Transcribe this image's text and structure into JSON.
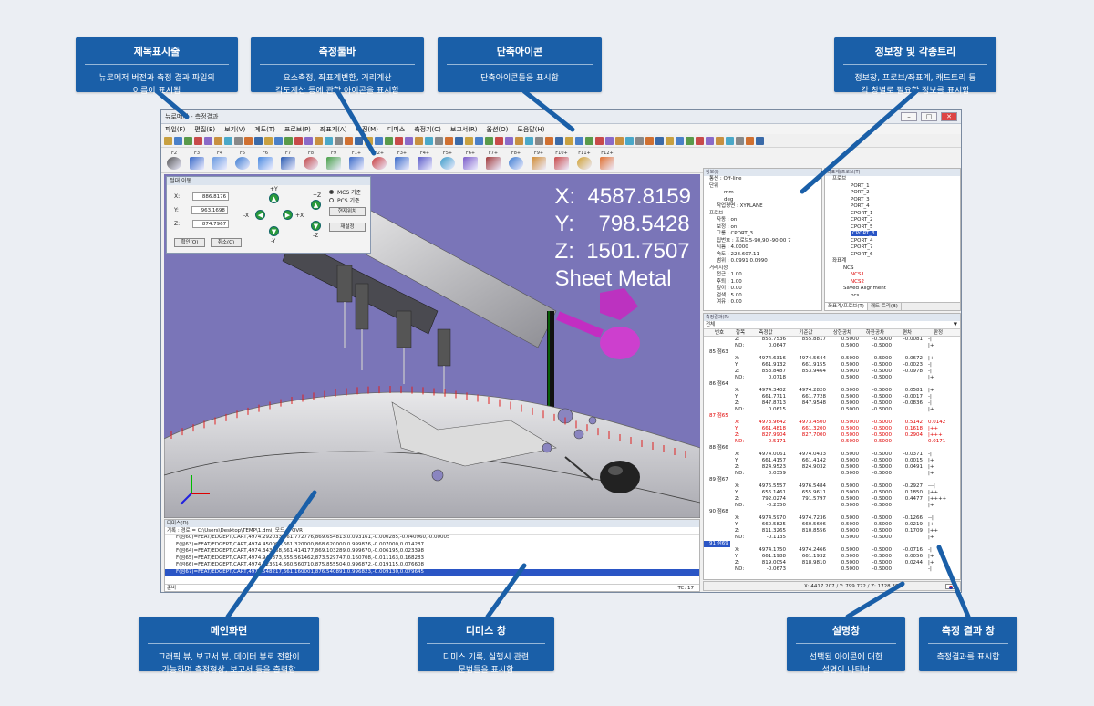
{
  "callouts": {
    "title_bar": {
      "title": "제목표시줄",
      "desc": "뉴로메저 버전과 측정 결과 파일의\n이름이 표시됨"
    },
    "measure_toolbar": {
      "title": "측정툴바",
      "desc": "요소측정, 좌표계변환, 거리계산\n각도계산 등에 관한 아이콘을 표시함"
    },
    "shortcut_icons": {
      "title": "단축아이콘",
      "desc": "단축아이콘들을 표시함"
    },
    "info_trees": {
      "title": "정보창 및 각종트리",
      "desc": "정보창, 프로브/좌표계, 캐드트리 등\n각 창별로 필요한 정보를 표시함"
    },
    "main_screen": {
      "title": "메인화면",
      "desc": "그래픽 뷰, 보고서 뷰, 데이터 뷰로 전환이\n가능하며 측정형상, 보고서 등을 출력함"
    },
    "dmis_window": {
      "title": "디미스 창",
      "desc": "디미스 기록, 실행시 관련\n문법들을 표시함"
    },
    "description": {
      "title": "설명창",
      "desc": "선택된 아이콘에 대한\n설명이 나타남"
    },
    "result_window": {
      "title": "측정 결과 창",
      "desc": "측정결과를 표시함"
    }
  },
  "app": {
    "title": "뉴로메저 - 측정결과",
    "menus": [
      "파일(F)",
      "편집(E)",
      "보기(V)",
      "계도(T)",
      "프로브(P)",
      "좌표계(A)",
      "측정(M)",
      "디미스",
      "측정기(C)",
      "보고서(R)",
      "옵션(O)",
      "도움말(H)"
    ],
    "fkeys": [
      "F2",
      "F3",
      "F4",
      "F5",
      "F6",
      "F7",
      "F8",
      "F9",
      "F1+",
      "F2+",
      "F3+",
      "F4+",
      "F5+",
      "F6+",
      "F7+",
      "F8+",
      "F9+",
      "F10+",
      "F11+",
      "F12+"
    ]
  },
  "viewport": {
    "x": "X:  4587.8159",
    "y": "Y:    798.5428",
    "z": "Z:  1501.7507",
    "material": "Sheet Metal"
  },
  "move_dialog": {
    "title": "절대 이동",
    "x_label": "X:",
    "x_value": "886.8176",
    "y_label": "Y:",
    "y_value": "963.1698",
    "z_label": "Z:",
    "z_value": "874.7967",
    "ok": "확인(O)",
    "cancel": "취소(C)",
    "mcs": "MCS 기준",
    "pcs": "PCS 기준",
    "current_pos": "현재위치",
    "reset": "재설정",
    "plus_y": "+Y",
    "minus_y": "-Y",
    "plus_x": "+X",
    "minus_x": "-X",
    "plus_z": "+Z",
    "minus_z": "-Z"
  },
  "dmis": {
    "header": "디미스(D)",
    "path": "기록 : 경로 = C:\\Users\\Desktop\\TEMP\\1.dmi, 모드 = OVR",
    "lines": [
      "F(점60)=FEAT/EDGEPT,CART,4974.292033,661.772776,869.654813,0.093161,-0.000285,-0.040960,-0.00005",
      "F(점63)=FEAT/EDGEPT,CART,4974.450000,661.320000,868.620000,0.999876,-0.007000,0.014287",
      "F(점64)=FEAT/EDGEPT,CART,4974.343268,661.414177,869.103289,0.999670,-0.006195,0.023398",
      "F(점65)=FEAT/EDGEPT,CART,4974.948873,655.561462,873.529747,0.160708,-0.011163,0.168283",
      "F(점66)=FEAT/EDGEPT,CART,4974.723614,660.560710,875.855504,0.996872,-0.019115,0.076608",
      "F(점67)=FEAT/EDGEPT,CART,4974.548217,661.160001,876.540891,0.996823,-0.009130,0.079645"
    ],
    "footer": "준비",
    "tc": "TC: 17"
  },
  "info": {
    "header": "정보(I)",
    "rows": [
      "통신 : Off-line",
      "단위",
      "mm",
      "deg",
      "작업평면 : XYPLANE",
      "프로브",
      "자동 : on",
      "보정 : on",
      "그룹 : CPORT_3",
      "팁번호 : 프로브5-90,90 -90,00 7",
      "지름 : 4.0000",
      "속도 : 228.607.11",
      "범위 : 0.0991 0.0990",
      "거리지정",
      "접근 : 1.00",
      "후퇴 : 1.00",
      "깊이 : 0.00",
      "검색 : 5.00",
      "여유 : 0.00"
    ]
  },
  "tree": {
    "header": "좌표계(프로브(T)",
    "rows": [
      "프로브",
      "PORT_1",
      "PORT_2",
      "PORT_3",
      "PORT_4",
      "CPORT_1",
      "CPORT_2",
      "CPORT_5",
      "CPORT_3",
      "CPORT_4",
      "CPORT_7",
      "CPORT_6",
      "좌표계",
      "NCS",
      "NCS1",
      "NCS2",
      "Saved Alignment",
      "pcs"
    ],
    "tabs": [
      "좌표계/프로브(T)",
      "캐드 트리(B)"
    ]
  },
  "results": {
    "header": "측정결과(R)",
    "filter": "전체",
    "columns": [
      "번호",
      "항목",
      "측정값",
      "기준값",
      "상한공차",
      "하한공차",
      "편차",
      "판정"
    ],
    "rows": [
      {
        "tree": "",
        "ax": "Z:",
        "mea": "856.7536",
        "nom": "855.8817",
        "up": "0.5000",
        "lo": "-0.5000",
        "dev": "-0.0081",
        "bar": "-|",
        "red": false
      },
      {
        "tree": "",
        "ax": "ND:",
        "mea": "0.0647",
        "nom": "",
        "up": "0.5000",
        "lo": "-0.5000",
        "dev": "",
        "bar": "|+",
        "red": false
      },
      {
        "tree": "85 점63",
        "ax": "",
        "mea": "",
        "nom": "",
        "up": "",
        "lo": "",
        "dev": "",
        "bar": "",
        "red": false,
        "group": true
      },
      {
        "tree": "",
        "ax": "X:",
        "mea": "4974.6316",
        "nom": "4974.5644",
        "up": "0.5000",
        "lo": "-0.5000",
        "dev": "0.0672",
        "bar": "|+",
        "red": false
      },
      {
        "tree": "",
        "ax": "Y:",
        "mea": "661.9132",
        "nom": "661.9155",
        "up": "0.5000",
        "lo": "-0.5000",
        "dev": "-0.0023",
        "bar": "-|",
        "red": false
      },
      {
        "tree": "",
        "ax": "Z:",
        "mea": "853.8487",
        "nom": "853.9464",
        "up": "0.5000",
        "lo": "-0.5000",
        "dev": "-0.0978",
        "bar": "-|",
        "red": false
      },
      {
        "tree": "",
        "ax": "ND:",
        "mea": "0.0718",
        "nom": "",
        "up": "0.5000",
        "lo": "-0.5000",
        "dev": "",
        "bar": "|+",
        "red": false
      },
      {
        "tree": "86 점64",
        "ax": "",
        "mea": "",
        "nom": "",
        "up": "",
        "lo": "",
        "dev": "",
        "bar": "",
        "red": false,
        "group": true
      },
      {
        "tree": "",
        "ax": "X:",
        "mea": "4974.3402",
        "nom": "4974.2820",
        "up": "0.5000",
        "lo": "-0.5000",
        "dev": "0.0581",
        "bar": "|+",
        "red": false
      },
      {
        "tree": "",
        "ax": "Y:",
        "mea": "661.7711",
        "nom": "661.7728",
        "up": "0.5000",
        "lo": "-0.5000",
        "dev": "-0.0017",
        "bar": "-|",
        "red": false
      },
      {
        "tree": "",
        "ax": "Z:",
        "mea": "847.8713",
        "nom": "847.9548",
        "up": "0.5000",
        "lo": "-0.5000",
        "dev": "-0.0836",
        "bar": "-|",
        "red": false
      },
      {
        "tree": "",
        "ax": "ND:",
        "mea": "0.0615",
        "nom": "",
        "up": "0.5000",
        "lo": "-0.5000",
        "dev": "",
        "bar": "|+",
        "red": false
      },
      {
        "tree": "87 점65",
        "ax": "",
        "mea": "",
        "nom": "",
        "up": "",
        "lo": "",
        "dev": "",
        "bar": "",
        "red": true,
        "group": true
      },
      {
        "tree": "",
        "ax": "X:",
        "mea": "4973.9642",
        "nom": "4973.4500",
        "up": "0.5000",
        "lo": "-0.5000",
        "dev": "0.5142",
        "bar": "0.0142",
        "red": true
      },
      {
        "tree": "",
        "ax": "Y:",
        "mea": "661.4818",
        "nom": "661.3200",
        "up": "0.5000",
        "lo": "-0.5000",
        "dev": "0.1618",
        "bar": "|++",
        "red": true
      },
      {
        "tree": "",
        "ax": "Z:",
        "mea": "827.9904",
        "nom": "827.7000",
        "up": "0.5000",
        "lo": "-0.5000",
        "dev": "0.2904",
        "bar": "|+++",
        "red": true
      },
      {
        "tree": "",
        "ax": "ND:",
        "mea": "0.5171",
        "nom": "",
        "up": "0.5000",
        "lo": "-0.5000",
        "dev": "",
        "bar": "0.0171",
        "red": true
      },
      {
        "tree": "88 점66",
        "ax": "",
        "mea": "",
        "nom": "",
        "up": "",
        "lo": "",
        "dev": "",
        "bar": "",
        "red": false,
        "group": true
      },
      {
        "tree": "",
        "ax": "X:",
        "mea": "4974.0061",
        "nom": "4974.0433",
        "up": "0.5000",
        "lo": "-0.5000",
        "dev": "-0.0371",
        "bar": "-|",
        "red": false
      },
      {
        "tree": "",
        "ax": "Y:",
        "mea": "661.4157",
        "nom": "661.4142",
        "up": "0.5000",
        "lo": "-0.5000",
        "dev": "0.0015",
        "bar": "|+",
        "red": false
      },
      {
        "tree": "",
        "ax": "Z:",
        "mea": "824.9523",
        "nom": "824.9032",
        "up": "0.5000",
        "lo": "-0.5000",
        "dev": "0.0491",
        "bar": "|+",
        "red": false
      },
      {
        "tree": "",
        "ax": "ND:",
        "mea": "0.0359",
        "nom": "",
        "up": "0.5000",
        "lo": "-0.5000",
        "dev": "",
        "bar": "|+",
        "red": false
      },
      {
        "tree": "89 점67",
        "ax": "",
        "mea": "",
        "nom": "",
        "up": "",
        "lo": "",
        "dev": "",
        "bar": "",
        "red": false,
        "group": true
      },
      {
        "tree": "",
        "ax": "X:",
        "mea": "4976.5557",
        "nom": "4976.5484",
        "up": "0.5000",
        "lo": "-0.5000",
        "dev": "-0.2927",
        "bar": "---|",
        "red": false
      },
      {
        "tree": "",
        "ax": "Y:",
        "mea": "656.1461",
        "nom": "655.9611",
        "up": "0.5000",
        "lo": "-0.5000",
        "dev": "0.1850",
        "bar": "|++",
        "red": false
      },
      {
        "tree": "",
        "ax": "Z:",
        "mea": "792.0274",
        "nom": "791.5797",
        "up": "0.5000",
        "lo": "-0.5000",
        "dev": "0.4477",
        "bar": "|++++",
        "red": false
      },
      {
        "tree": "",
        "ax": "ND:",
        "mea": "-0.2350",
        "nom": "",
        "up": "0.5000",
        "lo": "-0.5000",
        "dev": "",
        "bar": "|+",
        "red": false
      },
      {
        "tree": "90 점68",
        "ax": "",
        "mea": "",
        "nom": "",
        "up": "",
        "lo": "",
        "dev": "",
        "bar": "",
        "red": false,
        "group": true
      },
      {
        "tree": "",
        "ax": "X:",
        "mea": "4974.5970",
        "nom": "4974.7236",
        "up": "0.5000",
        "lo": "-0.5000",
        "dev": "-0.1266",
        "bar": "--|",
        "red": false
      },
      {
        "tree": "",
        "ax": "Y:",
        "mea": "660.5825",
        "nom": "660.5606",
        "up": "0.5000",
        "lo": "-0.5000",
        "dev": "0.0219",
        "bar": "|+",
        "red": false
      },
      {
        "tree": "",
        "ax": "Z:",
        "mea": "811.3265",
        "nom": "810.8556",
        "up": "0.5000",
        "lo": "-0.5000",
        "dev": "0.1709",
        "bar": "|++",
        "red": false
      },
      {
        "tree": "",
        "ax": "ND:",
        "mea": "-0.1135",
        "nom": "",
        "up": "0.5000",
        "lo": "-0.5000",
        "dev": "",
        "bar": "|+",
        "red": false
      },
      {
        "tree": "91 점69",
        "ax": "",
        "mea": "",
        "nom": "",
        "up": "",
        "lo": "",
        "dev": "",
        "bar": "",
        "red": false,
        "group": true,
        "selected": true
      },
      {
        "tree": "",
        "ax": "X:",
        "mea": "4974.1750",
        "nom": "4974.2466",
        "up": "0.5000",
        "lo": "-0.5000",
        "dev": "-0.0716",
        "bar": "-|",
        "red": false
      },
      {
        "tree": "",
        "ax": "Y:",
        "mea": "661.1988",
        "nom": "661.1932",
        "up": "0.5000",
        "lo": "-0.5000",
        "dev": "0.0056",
        "bar": "|+",
        "red": false
      },
      {
        "tree": "",
        "ax": "Z:",
        "mea": "819.0054",
        "nom": "818.9810",
        "up": "0.5000",
        "lo": "-0.5000",
        "dev": "0.0244",
        "bar": "|+",
        "red": false
      },
      {
        "tree": "",
        "ax": "ND:",
        "mea": "-0.0673",
        "nom": "",
        "up": "0.5000",
        "lo": "-0.5000",
        "dev": "",
        "bar": "-|",
        "red": false
      }
    ]
  },
  "status": {
    "coords": "X: 4417.207 / Y: 799.772 / Z: 1728.367"
  },
  "colors": {
    "callout": "#1a5fa8",
    "viewport_bg": "#7a75b8",
    "selection": "#2a55c5",
    "out_of_tol": "#e00000"
  }
}
